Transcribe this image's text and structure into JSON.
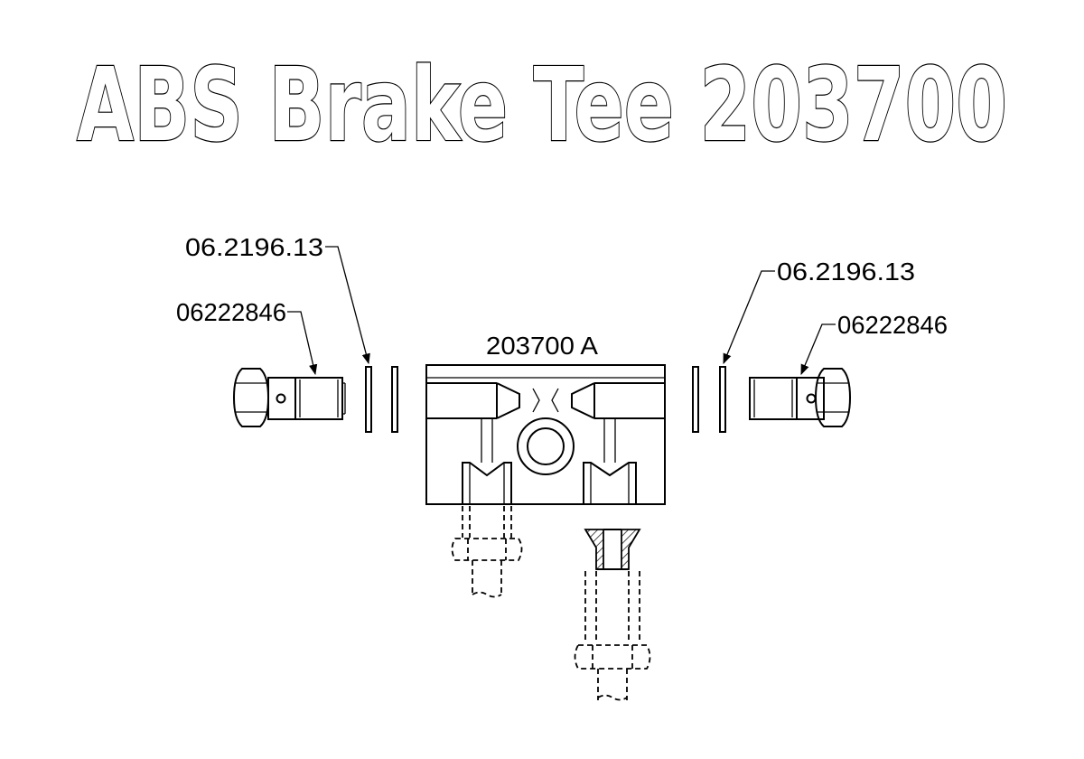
{
  "title": "ABS Brake Tee 203700",
  "labels": {
    "washer_left": "06.2196.13",
    "bolt_left": "06222846",
    "tee_body": "203700 A",
    "washer_right": "06.2196.13",
    "bolt_right": "06222846"
  }
}
